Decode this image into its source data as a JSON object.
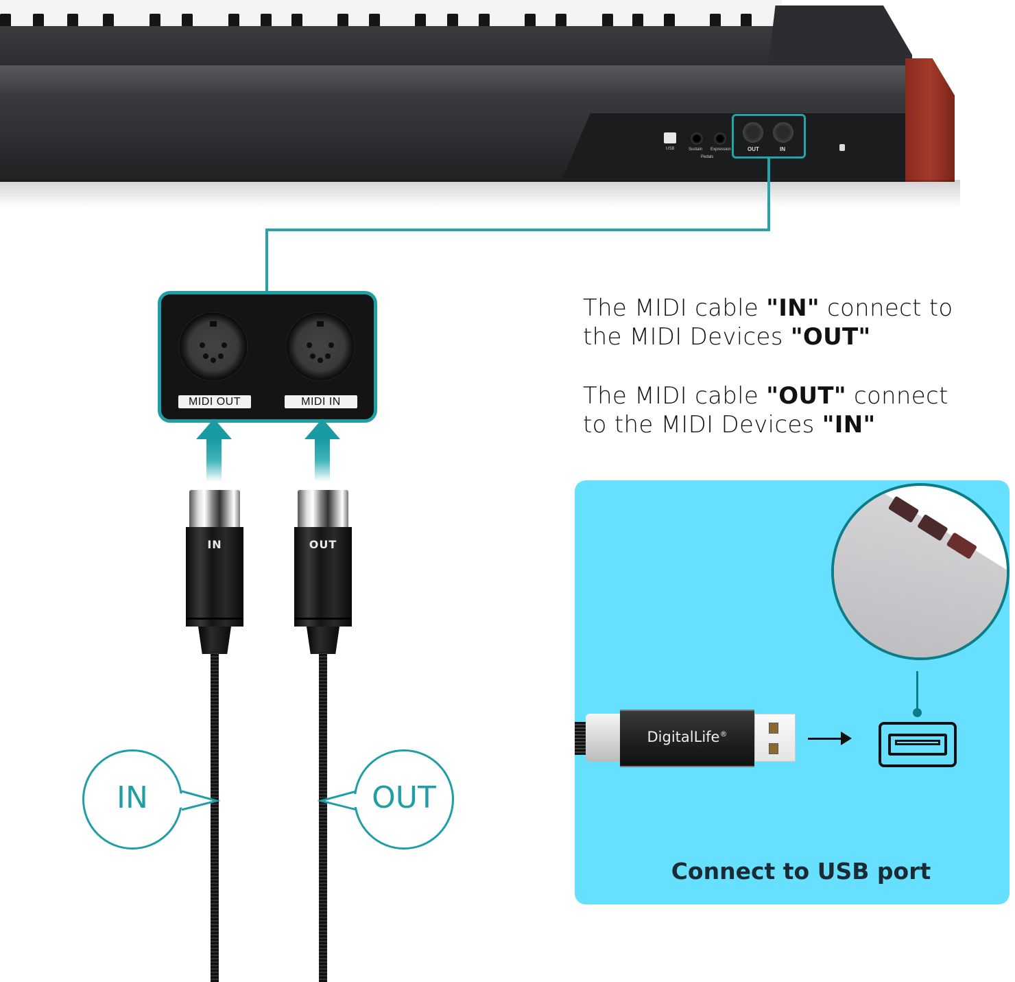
{
  "keyboard": {
    "rear_panel": {
      "usb_label": "USB",
      "pedal_labels": [
        "Sustain",
        "Expression"
      ],
      "pedals_group_label": "Pedals",
      "midi_out_label": "OUT",
      "midi_in_label": "IN"
    }
  },
  "midi_port_box": {
    "out_label": "MIDI OUT",
    "in_label": "MIDI IN"
  },
  "plugs": {
    "left_label": "IN",
    "right_label": "OUT"
  },
  "callouts": {
    "left": "IN",
    "right": "OUT"
  },
  "instructions": [
    {
      "line1_pre": "The MIDI cable ",
      "line1_bold": "\"IN\"",
      "line1_post": " connect to",
      "line2_pre": "the MIDI Devices ",
      "line2_bold": "\"OUT\""
    },
    {
      "line1_pre": "The MIDI cable ",
      "line1_bold": "\"OUT\"",
      "line1_post": " connect",
      "line2_pre": "to the MIDI Devices ",
      "line2_bold": "\"IN\""
    }
  ],
  "usb_panel": {
    "brand": "DigitalLife",
    "brand_mark": "®",
    "caption": "Connect to USB port"
  },
  "colors": {
    "accent_teal": "#1f9ea6",
    "usb_panel_bg": "#66e0fe",
    "keyboard_red": "#a33a2a",
    "text_dark": "#111111"
  }
}
